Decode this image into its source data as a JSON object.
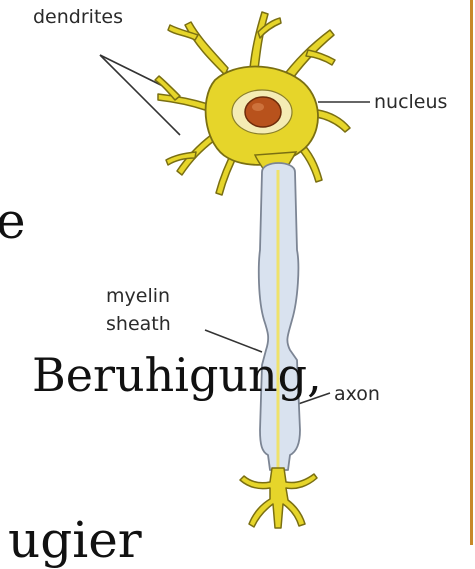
{
  "labels": {
    "dendrites": "dendrites",
    "nucleus": "nucleus",
    "myelin_line1": "myelin",
    "myelin_line2": "sheath",
    "axon": "axon"
  },
  "overlay": {
    "big_word": "Beruhigung,",
    "left_fragment": "e",
    "bottom_fragment": "ugier"
  },
  "colors": {
    "neuron_body": "#e6d52a",
    "neuron_outline": "#7a6f12",
    "nucleus": "#b8521c",
    "myelin": "#d9e2ef",
    "axon_core": "#efe26a",
    "frame": "#c8892a"
  }
}
